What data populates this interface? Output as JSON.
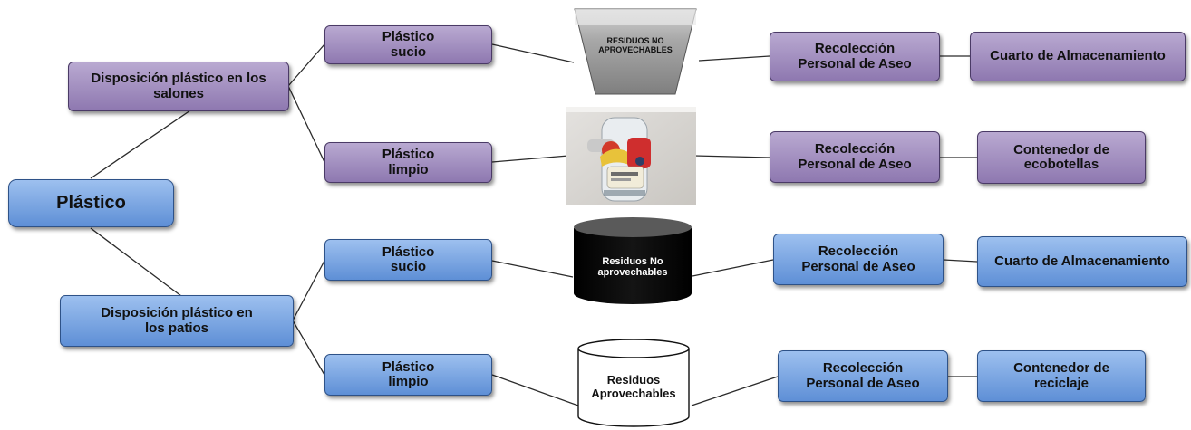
{
  "root": {
    "label": "Plástico"
  },
  "disposition": {
    "salones": {
      "label": "Disposición plástico en los salones"
    },
    "patios": {
      "label": "Disposición plástico  en los patios"
    }
  },
  "branches": {
    "salones_sucio": {
      "plastic": "Plástico sucio",
      "container": "RESIDUOS NO APROVECHABLES",
      "collection": "Recolección Personal de Aseo",
      "destination": "Cuarto de Almacenamiento"
    },
    "salones_limpio": {
      "plastic": "Plástico limpio",
      "collection": "Recolección Personal de Aseo",
      "destination": "Contenedor de ecobotellas"
    },
    "patios_sucio": {
      "plastic": "Plástico sucio",
      "container": "Residuos No aprovechables",
      "collection": "Recolección Personal de Aseo",
      "destination": "Cuarto de Almacenamiento"
    },
    "patios_limpio": {
      "plastic": "Plástico limpio",
      "container": "Residuos Aprovechables",
      "collection": "Recolección Personal de Aseo",
      "destination": "Contenedor de reciclaje"
    }
  },
  "colors": {
    "salones_theme": "#9b86bd",
    "patios_theme": "#6f9fe0",
    "root_fill": "#6f9fe0",
    "line": "#2b2b2b"
  }
}
